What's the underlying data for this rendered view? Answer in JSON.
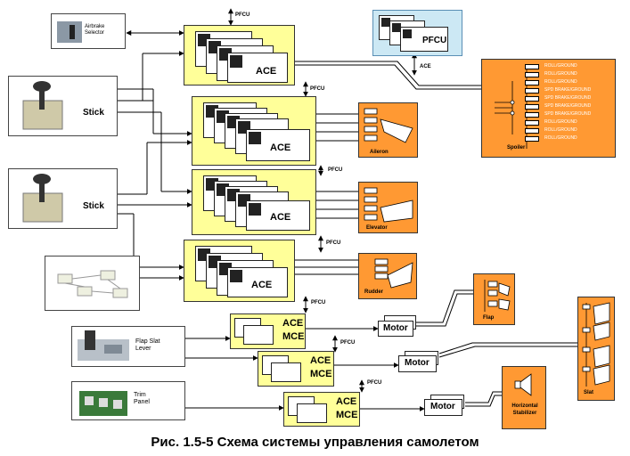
{
  "pilot_inputs": {
    "airbrake_selector": "Airbrake\nSelector",
    "stick": "Stick",
    "stick2": "Stick",
    "flap_slat_lever": "Flap Slat\nLever",
    "trim_panel": "Trim\nPanel"
  },
  "units": {
    "ace": "ACE",
    "mce": "MCE",
    "pfcu": "PFCU",
    "motor": "Motor"
  },
  "surfaces": {
    "spoiler": "Spoiler",
    "aileron": "Aileron",
    "elevator": "Elevator",
    "rudder": "Rudder",
    "flap": "Flap",
    "slat": "Slat",
    "horizontal_stabilizer": "Horizontal\nStabilizer"
  },
  "spoiler_lines": [
    "ROLL/GROUND",
    "ROLL/GROUND",
    "ROLL/GROUND",
    "SPD BRAKE/GROUND",
    "SPD BRAKE/GROUND",
    "SPD BRAKE/GROUND",
    "SPD BRAKE/GROUND",
    "ROLL/GROUND",
    "ROLL/GROUND",
    "ROLL/GROUND"
  ],
  "caption": "Рис. 1.5-5 Схема системы управления самолетом"
}
